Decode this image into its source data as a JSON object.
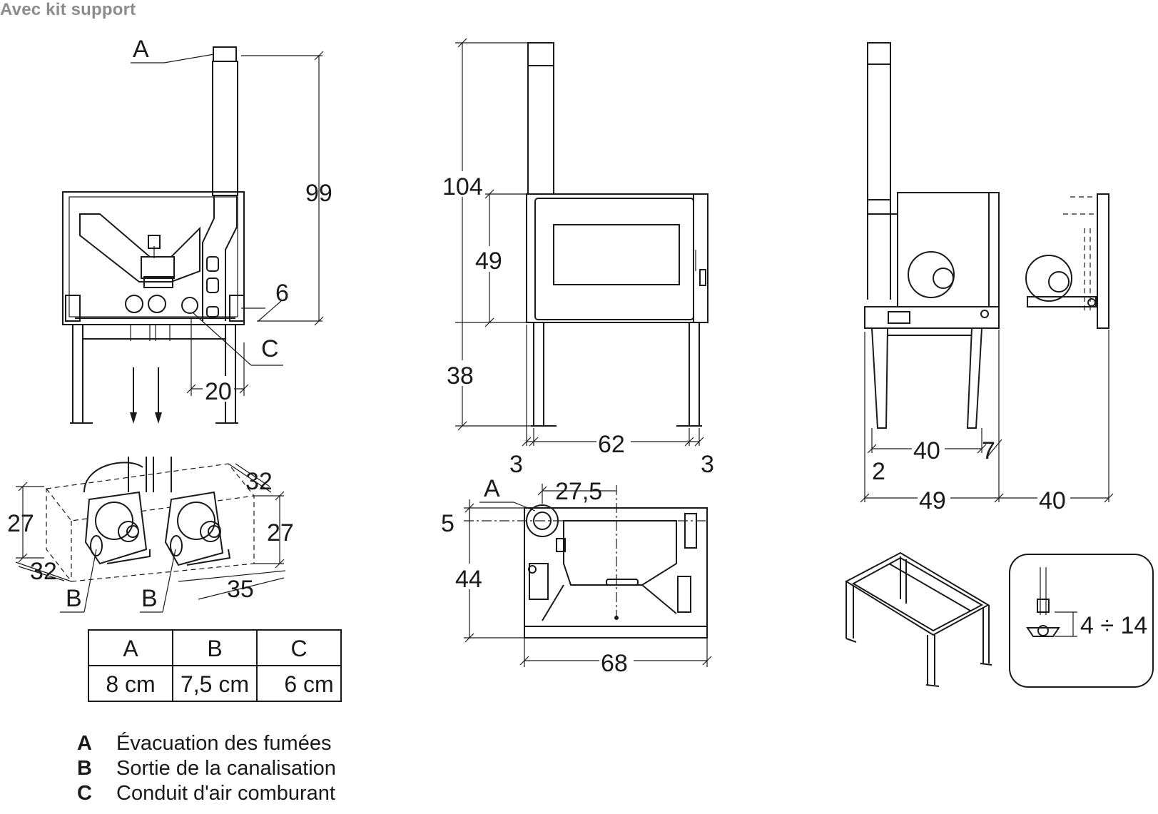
{
  "title": "Avec kit support",
  "front_view": {
    "height_label": "99",
    "flue_label": "A",
    "offset_label": "6",
    "air_label": "C",
    "width_label": "20"
  },
  "iso_view": {
    "depth_top": "32",
    "height_left": "27",
    "depth_left": "32",
    "height_right": "27",
    "width_bottom": "35",
    "outlet_left": "B",
    "outlet_right": "B"
  },
  "mid_view": {
    "total_height": "104",
    "body_height": "49",
    "leg_height": "38",
    "width": "62",
    "left_margin": "3",
    "right_margin": "3"
  },
  "top_view": {
    "flue_label": "A",
    "flue_offset": "27,5",
    "front_offset": "5",
    "depth": "44",
    "width": "68"
  },
  "side_view": {
    "depth_a": "40",
    "offset_b": "7",
    "offset_c": "2",
    "total_depth": "49",
    "extra_depth": "40"
  },
  "detail": {
    "adjust_range": "4 ÷ 14"
  },
  "table": {
    "headers": [
      "A",
      "B",
      "C"
    ],
    "values": [
      "8 cm",
      "7,5 cm",
      "6 cm"
    ]
  },
  "legend": [
    {
      "key": "A",
      "text": "Évacuation des fumées"
    },
    {
      "key": "B",
      "text": "Sortie de la canalisation"
    },
    {
      "key": "C",
      "text": "Conduit d'air comburant"
    }
  ]
}
